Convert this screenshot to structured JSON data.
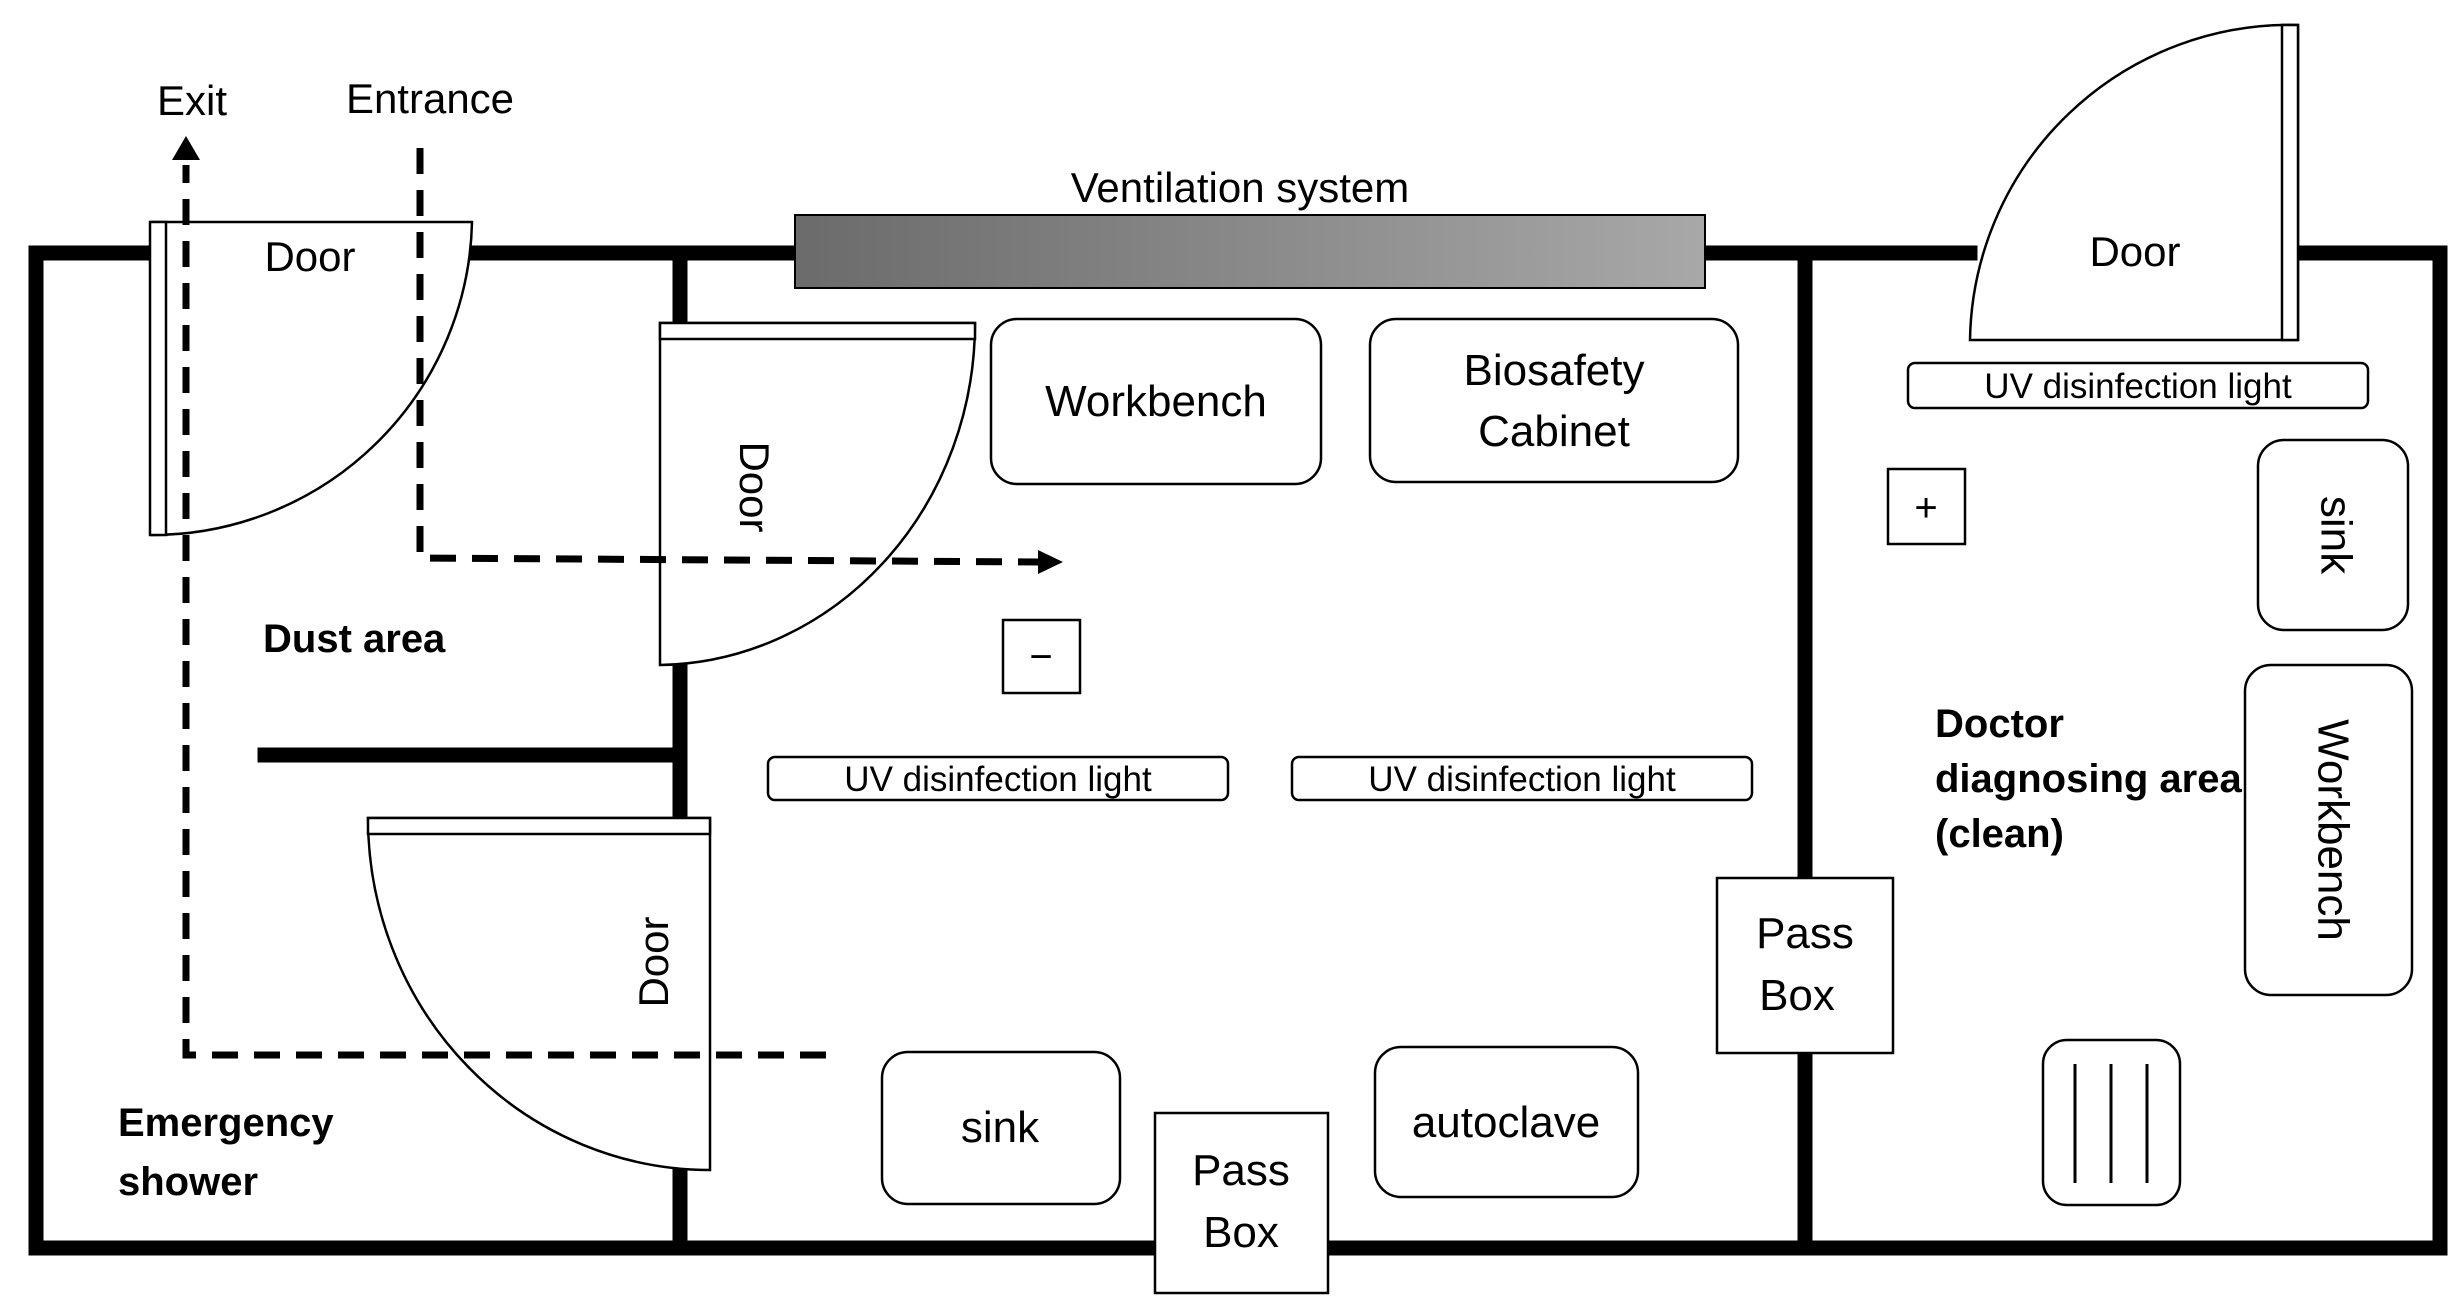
{
  "labels": {
    "exit": "Exit",
    "entrance": "Entrance",
    "ventilation": "Ventilation system",
    "door": "Door",
    "workbench": "Workbench",
    "biosafety_line1": "Biosafety",
    "biosafety_line2": "Cabinet",
    "uv_light": "UV disinfection light",
    "sink": "sink",
    "autoclave": "autoclave",
    "pass_line1": "Pass",
    "pass_line2": "Box",
    "dust_area": "Dust area",
    "emergency_line1": "Emergency",
    "emergency_line2": "shower",
    "doctor_line1": "Doctor",
    "doctor_line2": "diagnosing area",
    "doctor_line3": "(clean)",
    "negative_pressure": "−",
    "positive_pressure": "+"
  },
  "colors": {
    "line": "#000000",
    "ventilation_dark": "#6b6b6b",
    "ventilation_light": "#a8a8a8"
  }
}
